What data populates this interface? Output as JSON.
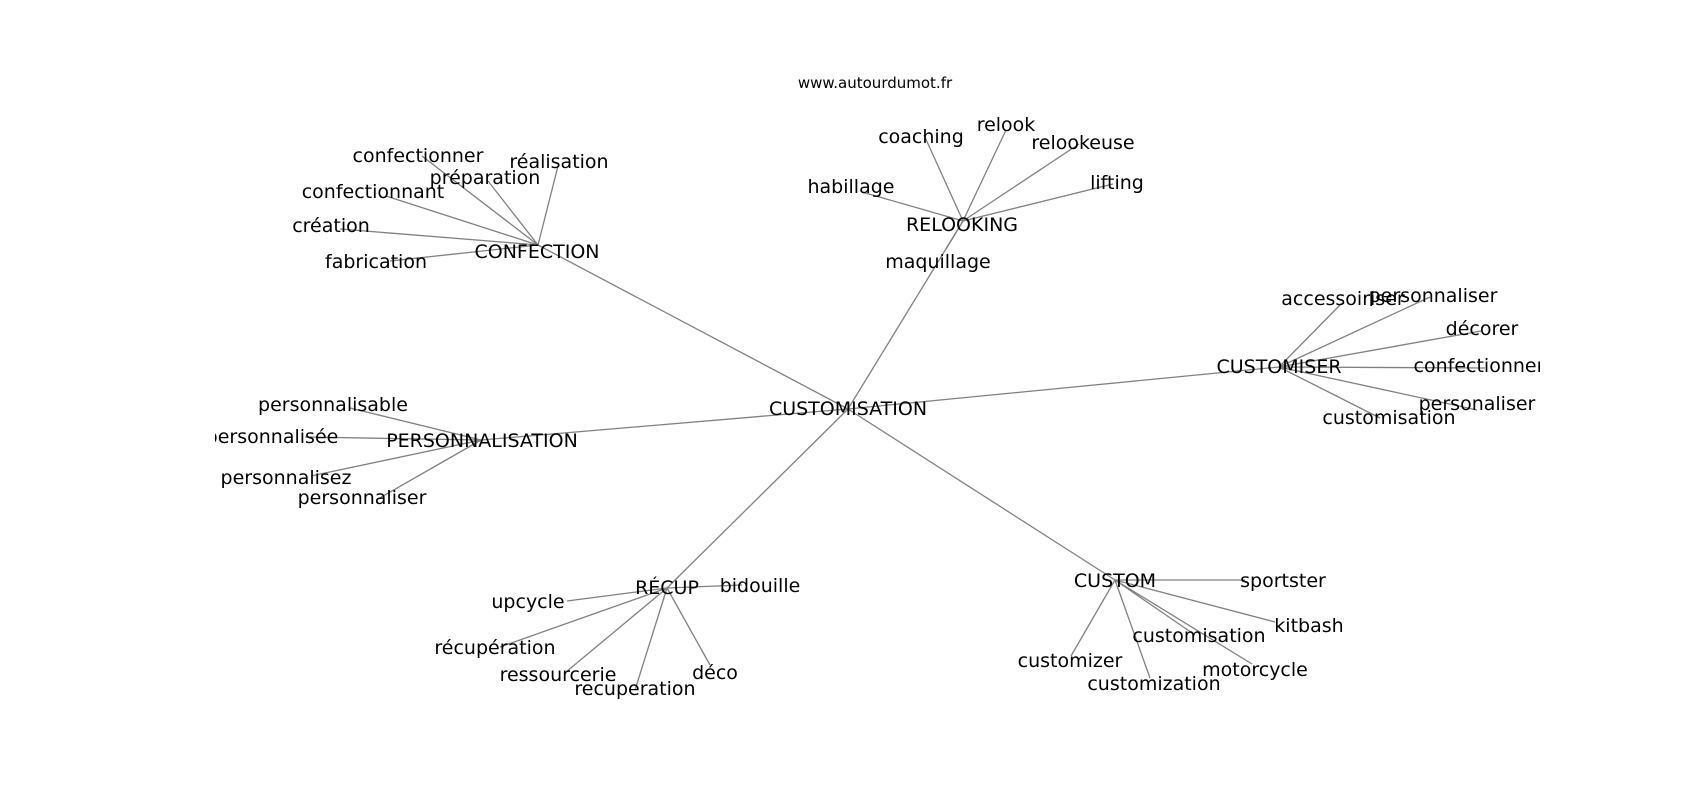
{
  "watermark": "www.autourdumot.fr",
  "colors": {
    "edge": "#808080",
    "text": "#000000",
    "background": "#ffffff"
  },
  "root": "CUSTOMISATION",
  "clusters": [
    {
      "hub": "CONFECTION",
      "leaves": [
        "confectionner",
        "réalisation",
        "préparation",
        "confectionnant",
        "création",
        "fabrication"
      ]
    },
    {
      "hub": "RELOOKING",
      "leaves": [
        "coaching",
        "relook",
        "relookeuse",
        "habillage",
        "lifting",
        "maquillage"
      ]
    },
    {
      "hub": "CUSTOMISER",
      "leaves": [
        "accessoiriser",
        "personnaliser",
        "décorer",
        "confectionner",
        "personaliser",
        "customisation"
      ]
    },
    {
      "hub": "PERSONNALISATION",
      "leaves": [
        "personnalisable",
        "personnalisée",
        "personnalisez",
        "personnaliser"
      ]
    },
    {
      "hub": "RÉCUP",
      "leaves": [
        "upcycle",
        "bidouille",
        "récupération",
        "ressourcerie",
        "déco",
        "recuperation"
      ]
    },
    {
      "hub": "CUSTOM",
      "leaves": [
        "sportster",
        "customisation",
        "kitbash",
        "customizer",
        "motorcycle",
        "customization"
      ]
    }
  ]
}
